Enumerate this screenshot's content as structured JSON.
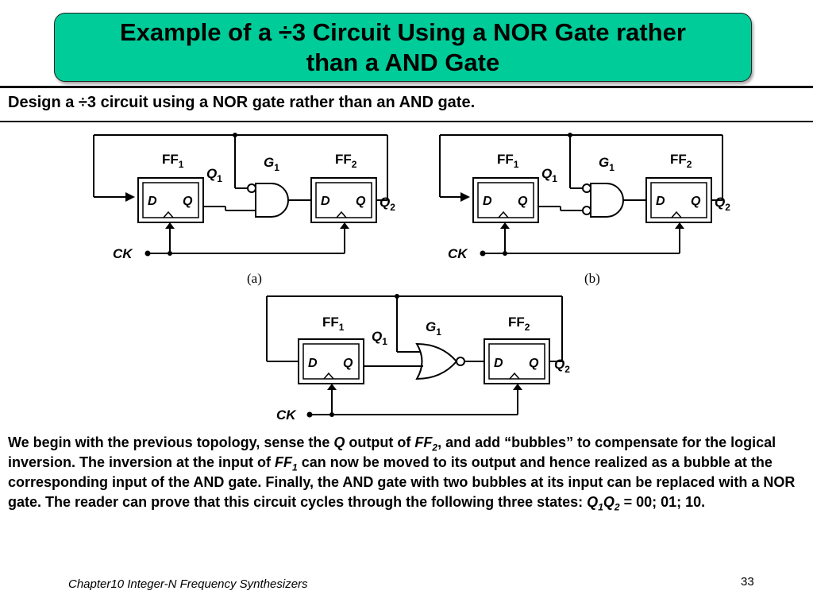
{
  "slide": {
    "title_line1": "Example of a ÷3 Circuit Using a NOR Gate rather",
    "title_line2": "than a AND Gate",
    "subtitle": "Design a ÷3 circuit using a NOR gate rather than an AND gate."
  },
  "diagram": {
    "ff1_label": "FF",
    "ff1_sub": "1",
    "ff2_label": "FF",
    "ff2_sub": "2",
    "gate_label": "G",
    "gate_sub": "1",
    "q1_label": "Q",
    "q1_sub": "1",
    "q2_label": "Q",
    "q2_sub": "2",
    "d_pin": "D",
    "q_pin": "Q",
    "ck_label": "CK",
    "label_a": "(a)",
    "label_b": "(b)"
  },
  "body": {
    "t1": "We begin with the previous topology, sense the ",
    "t2": "Q",
    "t3": " output of ",
    "t4": "FF",
    "t4sub": "2",
    "t5": ", and add “bubbles” to compensate for the logical inversion. The inversion at the input of ",
    "t6": "FF",
    "t6sub": "1",
    "t7": " can now be moved to its output and hence realized as a bubble at the corresponding input of the AND gate. Finally, the AND gate with two bubbles at its input can be replaced with a NOR gate. The reader can prove that this circuit cycles through the following three states: ",
    "t8": "Q",
    "t8sub": "1",
    "t9": "Q",
    "t9sub": "2",
    "t10": " = 00; 01; 10."
  },
  "footer": {
    "chapter": "Chapter10 Integer-N Frequency Synthesizers",
    "page_number": "33"
  }
}
